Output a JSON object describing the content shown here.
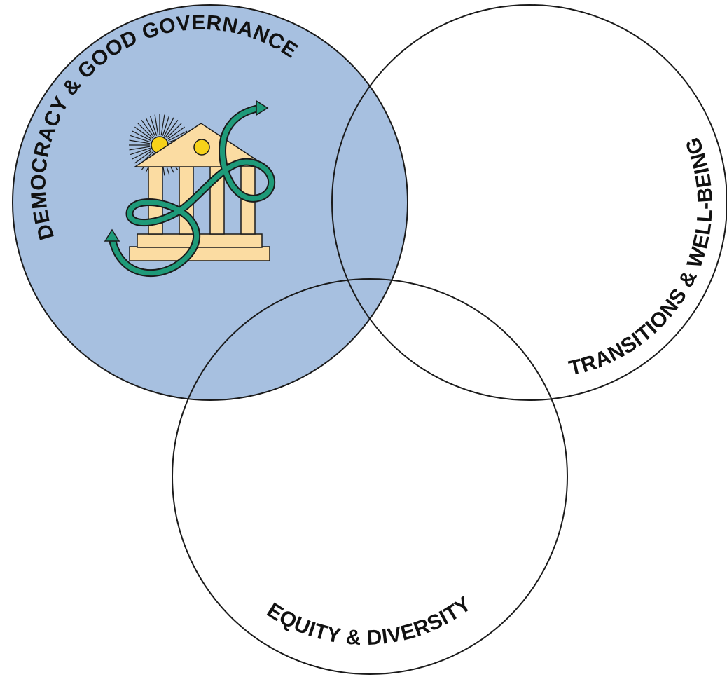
{
  "diagram": {
    "type": "venn",
    "circles": [
      {
        "id": "democracy",
        "label": "DEMOCRACY & GOOD GOVERNANCE",
        "fill": "#a7c0e0",
        "stroke": "#1a1a1a",
        "highlighted": true,
        "icon": "government-building-icon"
      },
      {
        "id": "transitions",
        "label": "TRANSITIONS & WELL-BEING",
        "fill": "none",
        "stroke": "#1a1a1a",
        "highlighted": false
      },
      {
        "id": "equity",
        "label": "EQUITY & DIVERSITY",
        "fill": "none",
        "stroke": "#1a1a1a",
        "highlighted": false
      }
    ],
    "icon_colors": {
      "building": "#fbdca2",
      "sun": "#f7d21a",
      "arrow": "#1e9a79",
      "outline": "#1a1a1a"
    }
  }
}
